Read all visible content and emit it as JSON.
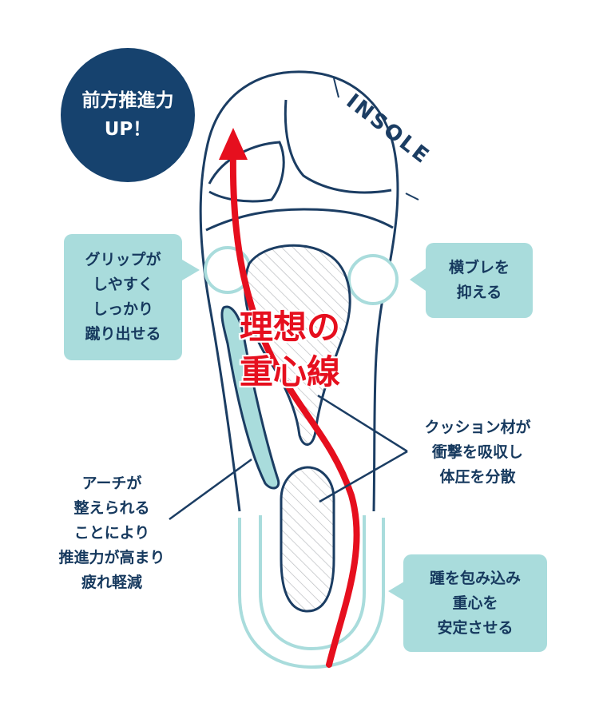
{
  "badge": {
    "line1": "前方推進力",
    "line2": "UP！"
  },
  "insole_label": "INSOLE",
  "ideal": {
    "line1": "理想の",
    "line2": "重心線"
  },
  "callouts": {
    "grip": [
      "グリップが",
      "しやすく",
      "しっかり",
      "蹴り出せる"
    ],
    "lateral": [
      "横ブレを",
      "抑える"
    ],
    "cushion": [
      "クッション材が",
      "衝撃を吸収し",
      "体圧を分散"
    ],
    "arch": [
      "アーチが",
      "整えられる",
      "ことにより",
      "推進力が高まり",
      "疲れ軽減"
    ],
    "heel": [
      "踵を包み込み",
      "重心を",
      "安定させる"
    ]
  },
  "colors": {
    "navy": "#16395e",
    "badge": "#16426e",
    "teal": "#a9dcdc",
    "red": "#e60f1e",
    "outline": "#1b3d63"
  }
}
